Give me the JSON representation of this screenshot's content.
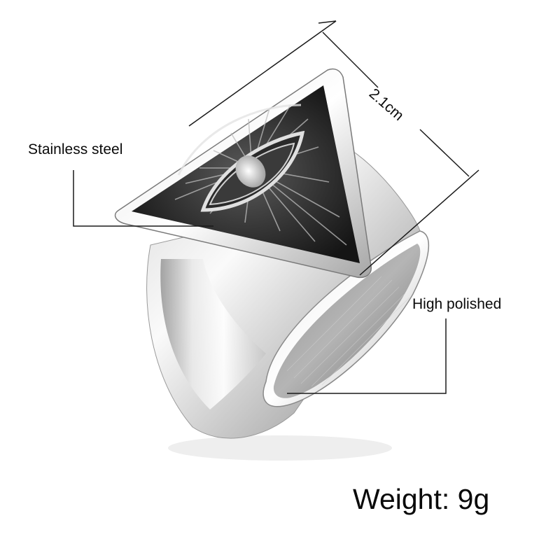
{
  "product": {
    "type": "ring",
    "design": "all-seeing eye in triangle"
  },
  "annotations": {
    "material_label": "Stainless steel",
    "finish_label": "High polished",
    "dimension_label": "2.1cm",
    "weight_label": "Weight: 9g"
  },
  "colors": {
    "background": "#ffffff",
    "text": "#0a0a0a",
    "leader_line": "#1a1a1a",
    "steel_light": "#f2f2f2",
    "steel_mid": "#bdbdbd",
    "steel_dark": "#6e6e6e",
    "engraving_dark": "#1c1c1c"
  }
}
